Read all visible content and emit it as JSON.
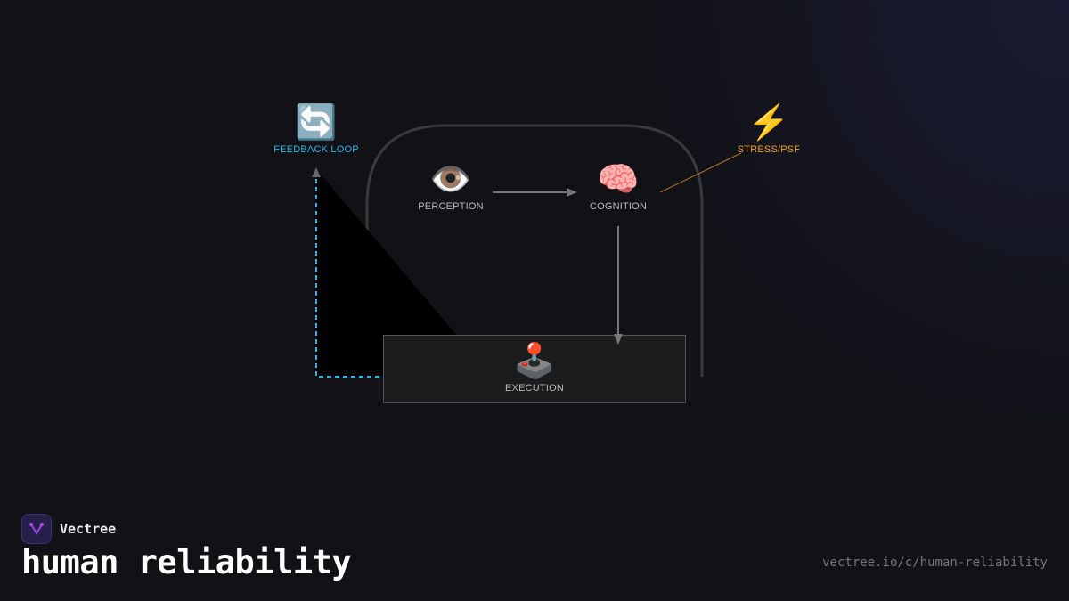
{
  "diagram": {
    "nodes": {
      "feedback": {
        "icon": "🔄",
        "icon_name": "repeat-arrows-icon",
        "label": "FEEDBACK LOOP",
        "color": "#29b6e8"
      },
      "stress": {
        "icon": "⚡",
        "icon_name": "lightning-icon",
        "label": "STRESS/PSF",
        "color": "#f0a020"
      },
      "perception": {
        "icon": "👁️",
        "icon_name": "eye-icon",
        "label": "PERCEPTION",
        "color": "#b9b9bd"
      },
      "cognition": {
        "icon": "🧠",
        "icon_name": "brain-icon",
        "label": "COGNITION",
        "color": "#b9b9bd"
      },
      "execution": {
        "icon": "🕹️",
        "icon_name": "joystick-icon",
        "label": "EXECUTION",
        "color": "#b9b9bd"
      }
    },
    "edges": [
      {
        "from": "perception",
        "to": "cognition",
        "style": "solid-arrow"
      },
      {
        "from": "cognition",
        "to": "execution",
        "style": "solid-arrow"
      },
      {
        "from": "execution",
        "to": "feedback",
        "style": "dashed-arrow",
        "color": "#29b6e8"
      },
      {
        "from": "stress",
        "to": "cognition",
        "style": "thin-line",
        "color": "#b07818"
      }
    ]
  },
  "footer": {
    "brand_name": "Vectree",
    "title": "human reliability",
    "url": "vectree.io/c/human-reliability"
  },
  "colors": {
    "background": "#111116",
    "accent_blue": "#29b6e8",
    "accent_orange": "#f0a020",
    "brand_purple": "#a040e0"
  }
}
